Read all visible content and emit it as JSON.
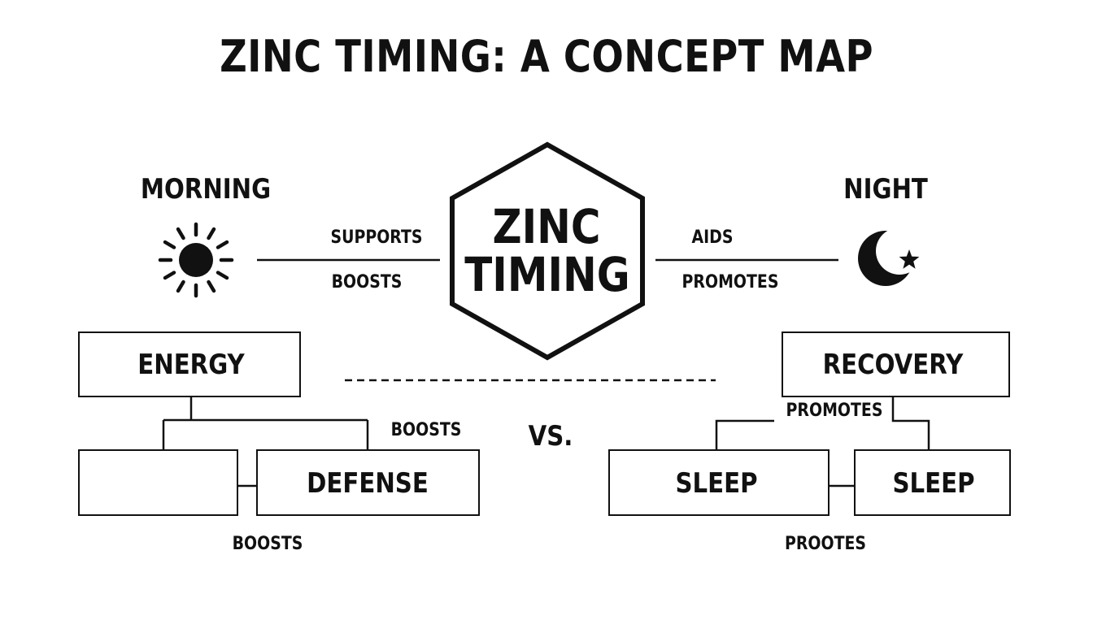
{
  "title": "ZINC TIMING: A CONCEPT MAP",
  "center": {
    "line1": "ZINC",
    "line2": "TIMING"
  },
  "morning": {
    "label": "MORNING",
    "icon": "sun-icon"
  },
  "night": {
    "label": "NIGHT",
    "icon": "moon-star-icon"
  },
  "links": {
    "left_top": "SUPPORTS",
    "left_bottom": "BOOSTS",
    "right_top": "AIDS",
    "right_bottom": "PROMOTES"
  },
  "vs": "VS.",
  "left_tree": {
    "energy": "ENERGY",
    "empty_box": "",
    "defense": "DEFENSE",
    "boosts_upper": "BOOSTS",
    "boosts_lower": "BOOSTS"
  },
  "right_tree": {
    "recovery": "RECOVERY",
    "sleep_left": "SLEEP",
    "sleep_right": "SLEEP",
    "promotes": "PROMOTES",
    "prootes": "PROOTES"
  },
  "colors": {
    "ink": "#111111",
    "background": "#ffffff"
  }
}
